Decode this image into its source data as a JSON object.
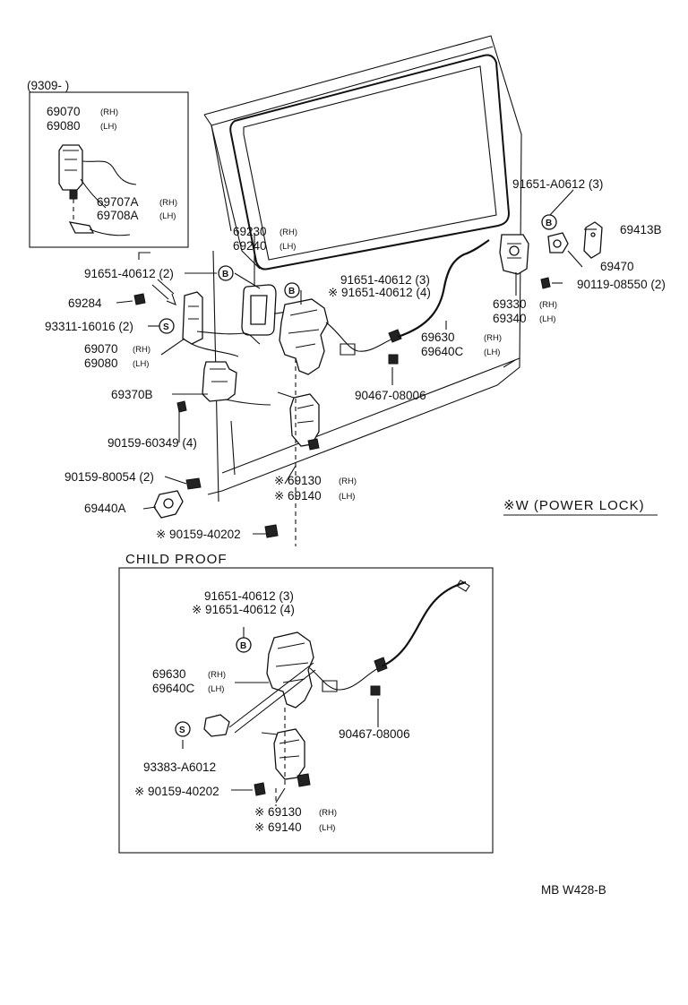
{
  "labels": {
    "date_range": "(9309-        )",
    "inset_69070": "69070",
    "inset_69070_side": "(RH)",
    "inset_69080": "69080",
    "inset_69080_side": "(LH)",
    "inset_69707a": "69707A",
    "inset_69707a_side": "(RH)",
    "inset_69708a": "69708A",
    "inset_69708a_side": "(LH)",
    "p91651_40612_2": "91651-40612 (2)",
    "p69284": "69284",
    "p93311_16016": "93311-16016 (2)",
    "p69070": "69070",
    "p69070_side": "(RH)",
    "p69080": "69080",
    "p69080_side": "(LH)",
    "p69370b": "69370B",
    "p90159_60349": "90159-60349 (4)",
    "p90159_80054": "90159-80054 (2)",
    "p69440a": "69440A",
    "p69230": "69230",
    "p69230_side": "(RH)",
    "p69240": "69240",
    "p69240_side": "(LH)",
    "p91651_40612_3": "91651-40612 (3)",
    "p91651_40612_4": "※ 91651-40612 (4)",
    "p91651_a0612": "91651-A0612 (3)",
    "p69413b": "69413B",
    "p69470": "69470",
    "p90119_08550": "90119-08550 (2)",
    "p69330": "69330",
    "p69330_side": "(RH)",
    "p69340": "69340",
    "p69340_side": "(LH)",
    "p69630": "69630",
    "p69630_side": "(RH)",
    "p69640c": "69640C",
    "p69640c_side": "(LH)",
    "p90467_08006": "90467-08006",
    "p69130": "※ 69130",
    "p69130_side": "(RH)",
    "p69140": "※ 69140",
    "p69140_side": "(LH)",
    "p90159_40202": "※ 90159-40202",
    "power_lock": "※W (POWER  LOCK)",
    "child_proof": "CHILD  PROOF",
    "cp_91651_40612_3": "91651-40612 (3)",
    "cp_91651_40612_4": "※ 91651-40612 (4)",
    "cp_69630": "69630",
    "cp_69630_side": "(RH)",
    "cp_69640c": "69640C",
    "cp_69640c_side": "(LH)",
    "cp_90467_08006": "90467-08006",
    "cp_93383_a6012": "93383-A6012",
    "cp_90159_40202": "※ 90159-40202",
    "cp_69130": "※ 69130",
    "cp_69130_side": "(RH)",
    "cp_69140": "※ 69140",
    "cp_69140_side": "(LH)",
    "ref_code": "MB  W428-B",
    "circle_b": "B",
    "circle_s": "S"
  }
}
